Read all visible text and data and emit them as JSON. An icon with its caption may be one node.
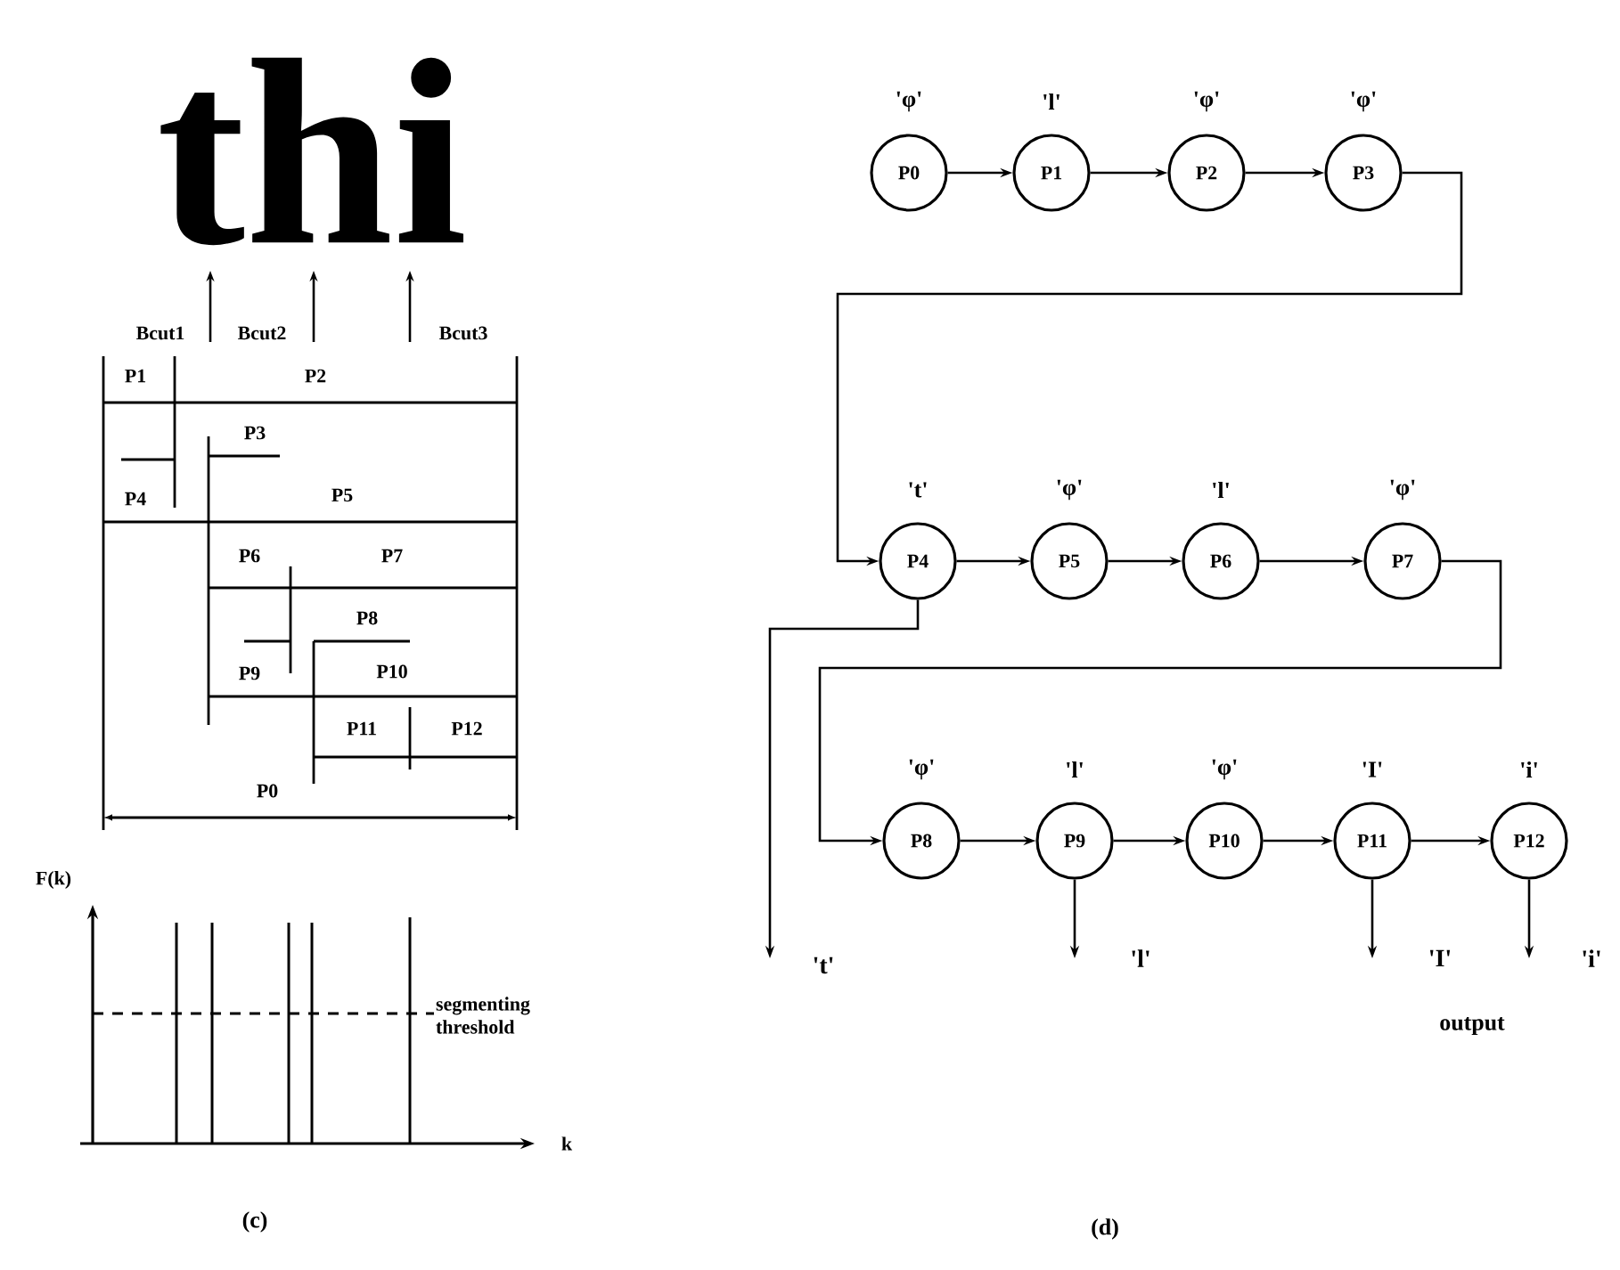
{
  "diagram": {
    "nodes": [
      {
        "text": [
          "P0"
        ],
        "beside": [
          "'φ'"
        ]
      },
      {
        "text": [
          "P1"
        ],
        "beside": [
          "'l'"
        ]
      },
      {
        "text": [
          "P2"
        ],
        "beside": [
          "'φ'"
        ]
      },
      {
        "text": [
          "P3"
        ],
        "beside": [
          "'φ'"
        ]
      },
      {
        "text": [
          "P4"
        ],
        "beside": [
          "'t'"
        ]
      },
      {
        "text": [
          "P5"
        ],
        "beside": [
          "'φ'"
        ]
      },
      {
        "text": [
          "P6"
        ],
        "beside": [
          "'l'"
        ]
      },
      {
        "text": [
          "P7"
        ],
        "beside": [
          "'φ'"
        ]
      },
      {
        "text": [
          "P8"
        ],
        "beside": [
          "'φ'"
        ]
      },
      {
        "text": [
          "P9"
        ],
        "beside": [
          "'l'"
        ]
      },
      {
        "text": [
          "P10"
        ],
        "beside": [
          "'φ'"
        ]
      },
      {
        "text": [
          "P11"
        ],
        "beside": [
          "'I'"
        ]
      },
      {
        "text": [
          "P12"
        ],
        "beside": [
          "'i'"
        ]
      }
    ],
    "edges": [
      {
        "from": 0,
        "to": 1,
        "arrow": "to"
      },
      {
        "from": 1,
        "to": 2,
        "arrow": "to"
      },
      {
        "from": 2,
        "to": 3,
        "arrow": "to"
      },
      {
        "from": 3,
        "to": 4,
        "arrow": "to"
      },
      {
        "from": 4,
        "to": 5,
        "arrow": "to"
      },
      {
        "from": 5,
        "to": 6,
        "arrow": "to"
      },
      {
        "from": 6,
        "to": 7,
        "arrow": "to"
      },
      {
        "from": 7,
        "to": 8,
        "arrow": "to"
      },
      {
        "from": 8,
        "to": 9,
        "arrow": "to"
      },
      {
        "from": 9,
        "to": 10,
        "arrow": "to"
      },
      {
        "from": 10,
        "to": 11,
        "arrow": "to"
      },
      {
        "from": 11,
        "to": 12,
        "arrow": "to"
      },
      {
        "from": 4,
        "to": null,
        "arrow": "to"
      },
      {
        "from": 9,
        "to": null,
        "arrow": "to"
      },
      {
        "from": 11,
        "to": null,
        "arrow": "to"
      },
      {
        "from": 12,
        "to": null,
        "arrow": "to"
      }
    ],
    "labels": [
      "thi",
      "Bcut1",
      "Bcut2",
      "Bcut3",
      "P1",
      "P2",
      "P3",
      "P4",
      "P5",
      "P6",
      "P7",
      "P8",
      "P9",
      "P10",
      "P11",
      "P12",
      "P0",
      "F(k)",
      "segmenting threshold",
      "k",
      "(c)",
      "'t'",
      "'l'",
      "'I'",
      "'i'",
      "output",
      "(d)"
    ]
  }
}
